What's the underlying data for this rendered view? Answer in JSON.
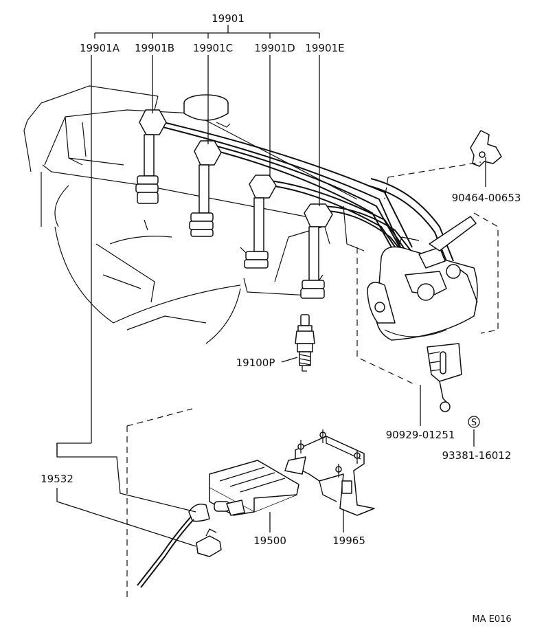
{
  "labels": {
    "harness": "19901",
    "cord_a": "19901A",
    "cord_b": "19901B",
    "cord_c": "19901C",
    "cord_d": "19901D",
    "cord_e": "19901E",
    "spark_plug": "19100P",
    "clamp_top": "90464-00653",
    "grommet": "90929-01251",
    "s_symbol": "S",
    "screw": "93381-16012",
    "coil_cord": "19532",
    "igniter": "19500",
    "bracket": "19965",
    "drawing_code": "MA E016"
  }
}
